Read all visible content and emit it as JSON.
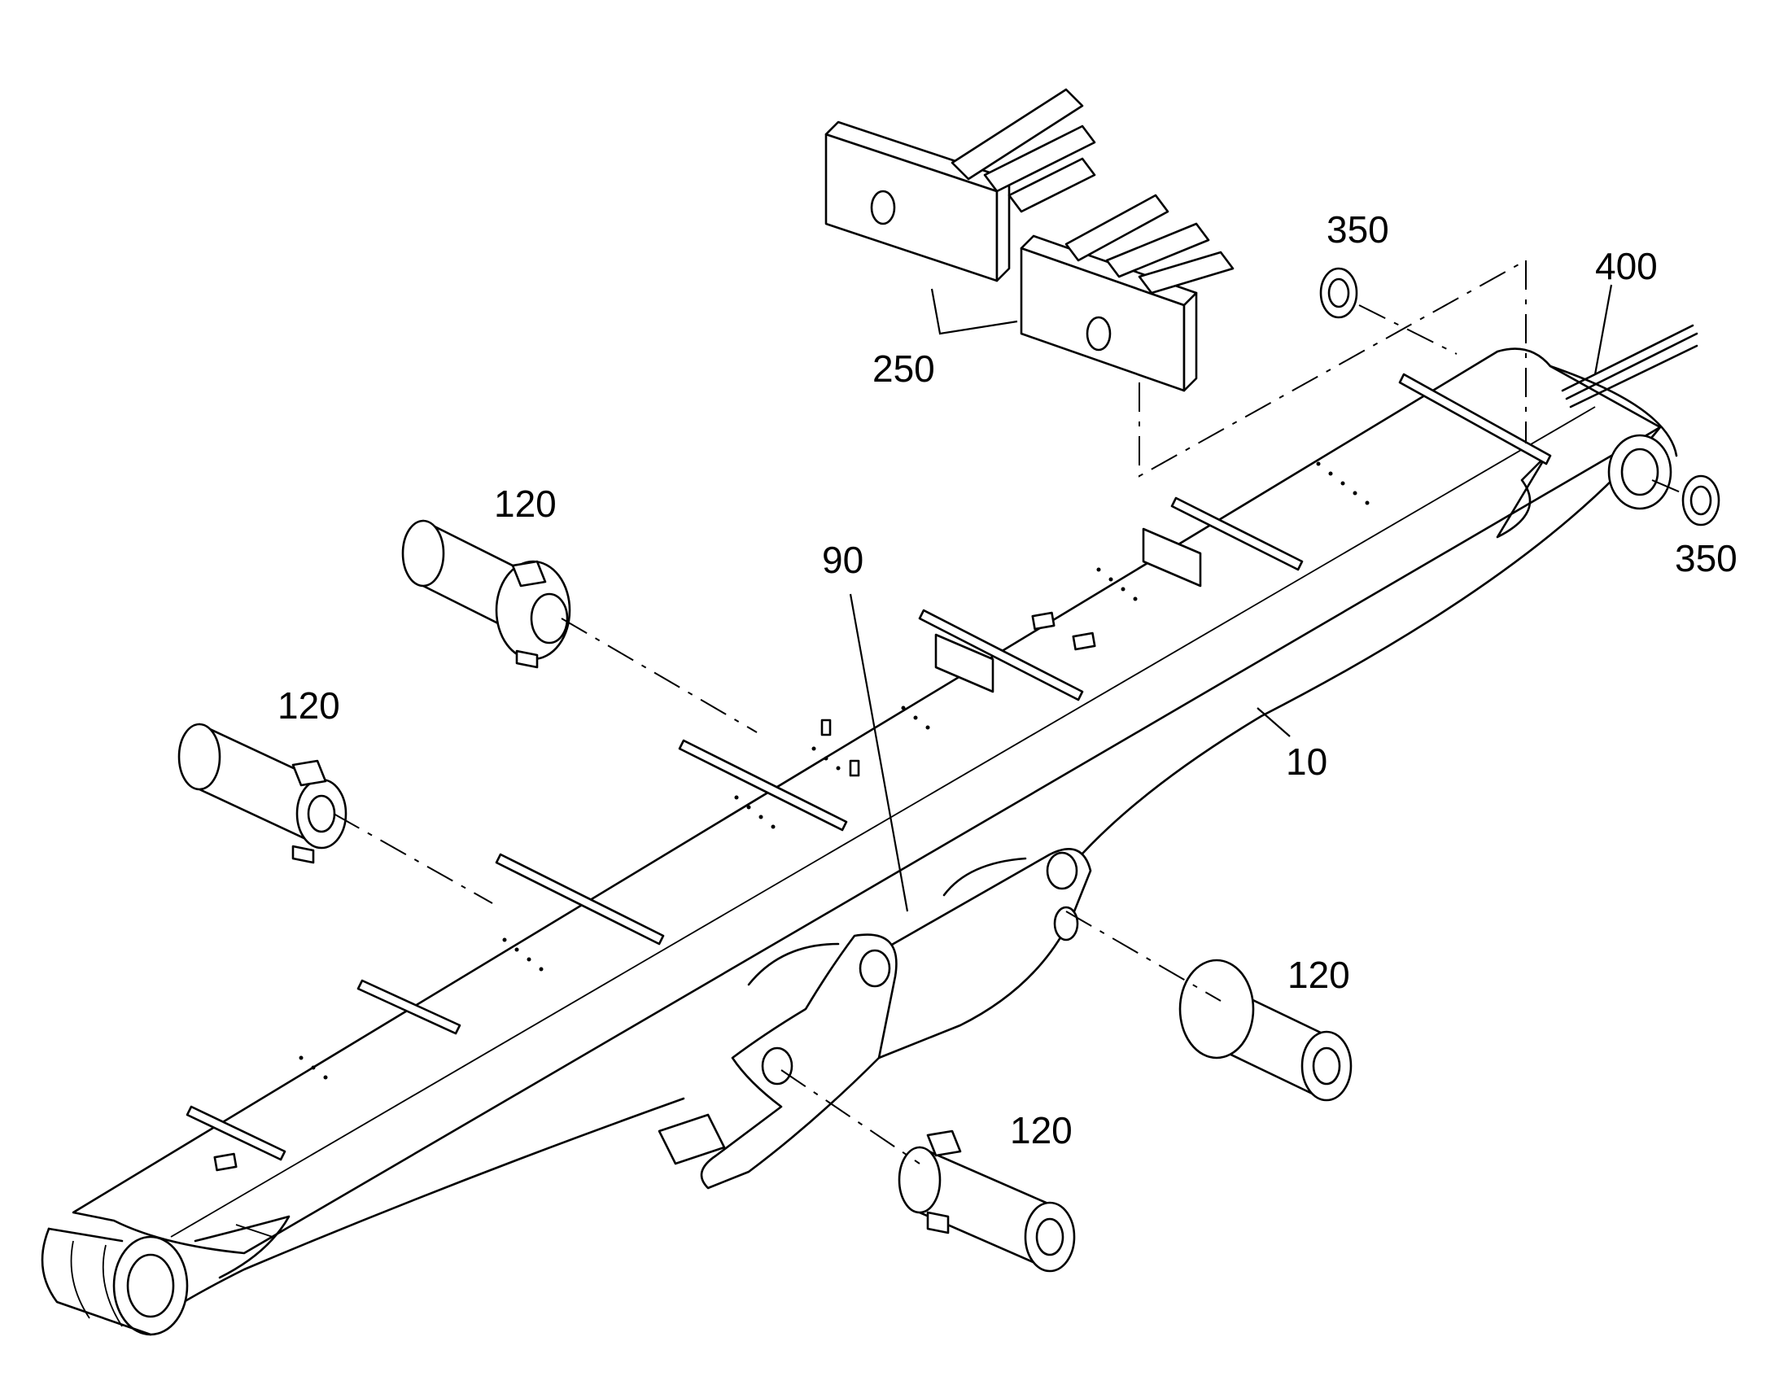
{
  "callouts": {
    "boom": "10",
    "bracket": "90",
    "pin_upper_left": "120",
    "pin_left": "120",
    "pin_right": "120",
    "pin_lower": "120",
    "hose_blocks": "250",
    "washer_top": "350",
    "washer_right": "350",
    "hose_line": "400"
  }
}
